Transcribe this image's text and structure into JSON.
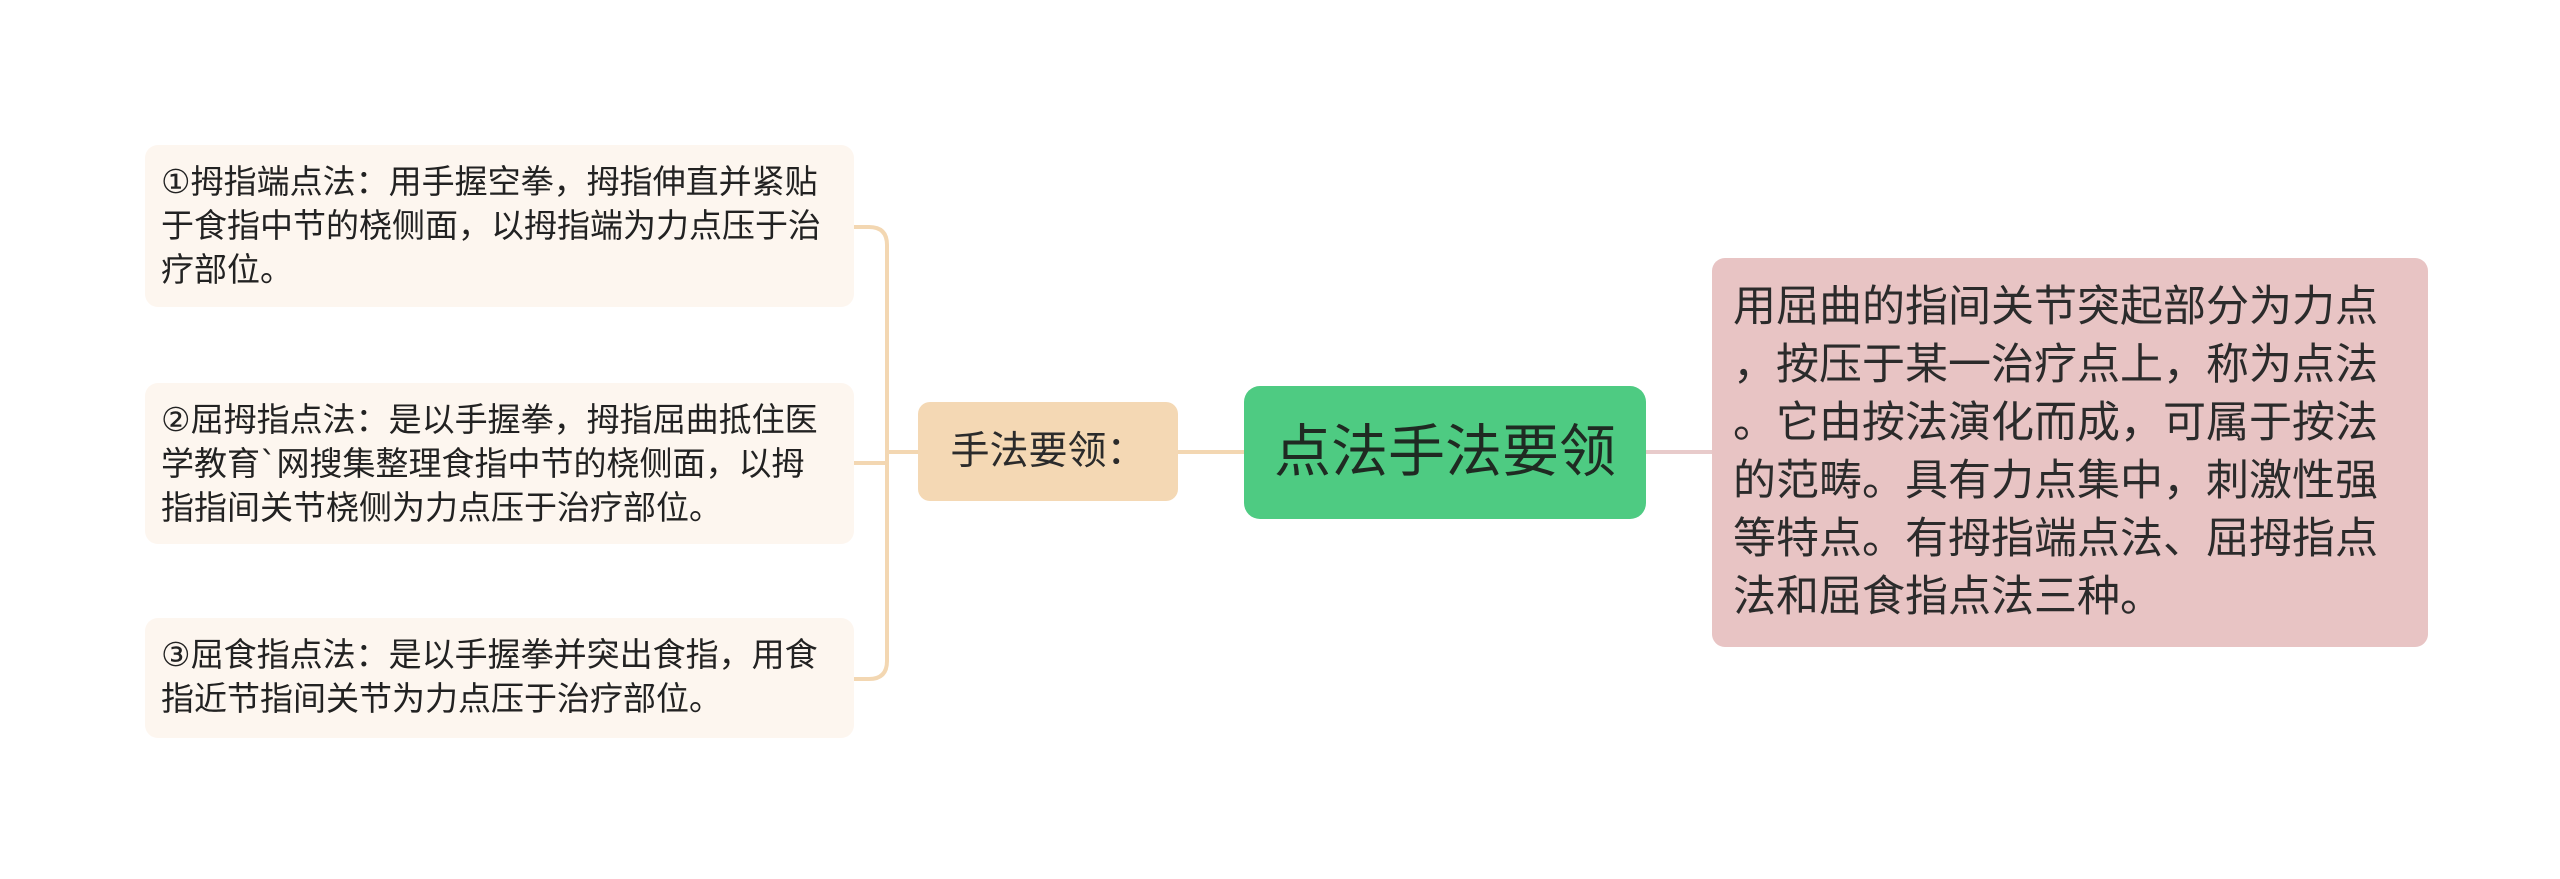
{
  "mindmap": {
    "root": {
      "label": "点法手法要领",
      "color": "#4ecb82"
    },
    "branch": {
      "label": "手法要领：",
      "color": "#f4d8b4"
    },
    "description": {
      "lines": [
        "用屈曲的指间关节突起部分为力点",
        "，按压于某一治疗点上，称为点法",
        "。它由按法演化而成，可属于按法",
        "的范畴。具有力点集中，刺激性强",
        "等特点。有拇指端点法、屈拇指点",
        "法和屈食指点法三种。"
      ],
      "color": "#e8c4c4"
    },
    "methods": [
      {
        "lines": [
          "①拇指端点法：用手握空拳，拇指伸直并紧贴",
          "于食指中节的桡侧面，以拇指端为力点压于治",
          "疗部位。"
        ]
      },
      {
        "lines": [
          "②屈拇指点法：是以手握拳，拇指屈曲抵住医",
          "学教育`网搜集整理食指中节的桡侧面，以拇",
          "指指间关节桡侧为力点压于治疗部位。"
        ]
      },
      {
        "lines": [
          "③屈食指点法：是以手握拳并突出食指，用食",
          "指近节指间关节为力点压于治疗部位。"
        ]
      }
    ],
    "method_color": "#fdf6ef",
    "connector_colors": {
      "methods": "#f3d7b2",
      "description": "#e8cbcb"
    }
  }
}
